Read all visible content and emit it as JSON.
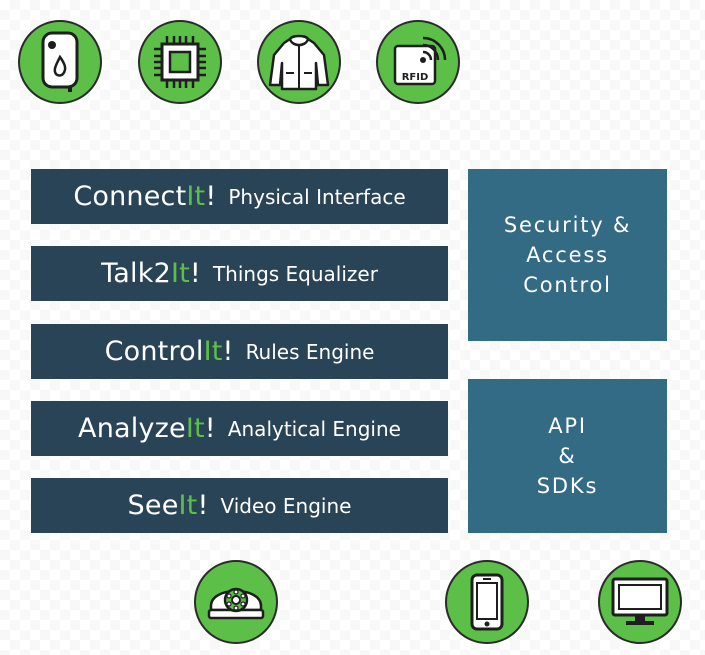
{
  "top_icons": [
    {
      "name": "water-heater-icon",
      "label": ""
    },
    {
      "name": "chip-icon",
      "label": ""
    },
    {
      "name": "jacket-icon",
      "label": ""
    },
    {
      "name": "rfid-icon",
      "label": "RFID"
    }
  ],
  "modules": [
    {
      "brand_prefix": "Connect",
      "brand_it": "It",
      "brand_bang": "!",
      "desc": "Physical Interface"
    },
    {
      "brand_prefix": "Talk2",
      "brand_it": "It",
      "brand_bang": "!",
      "desc": "Things Equalizer"
    },
    {
      "brand_prefix": "Control",
      "brand_it": "It",
      "brand_bang": "!",
      "desc": "Rules Engine"
    },
    {
      "brand_prefix": "Analyze",
      "brand_it": "It",
      "brand_bang": "!",
      "desc": "Analytical Engine"
    },
    {
      "brand_prefix": "See",
      "brand_it": "It",
      "brand_bang": "!",
      "desc": "Video Engine"
    }
  ],
  "side_panels": [
    {
      "lines": [
        "Security &",
        "Access",
        "Control"
      ]
    },
    {
      "lines": [
        "API",
        "&",
        "SDKs"
      ]
    }
  ],
  "bottom_icons": [
    {
      "name": "dome-camera-icon"
    },
    {
      "name": "smartphone-icon"
    },
    {
      "name": "monitor-icon"
    }
  ],
  "colors": {
    "accent_green": "#5cbf47",
    "row_navy": "#2a4457",
    "panel_teal": "#336a84"
  }
}
